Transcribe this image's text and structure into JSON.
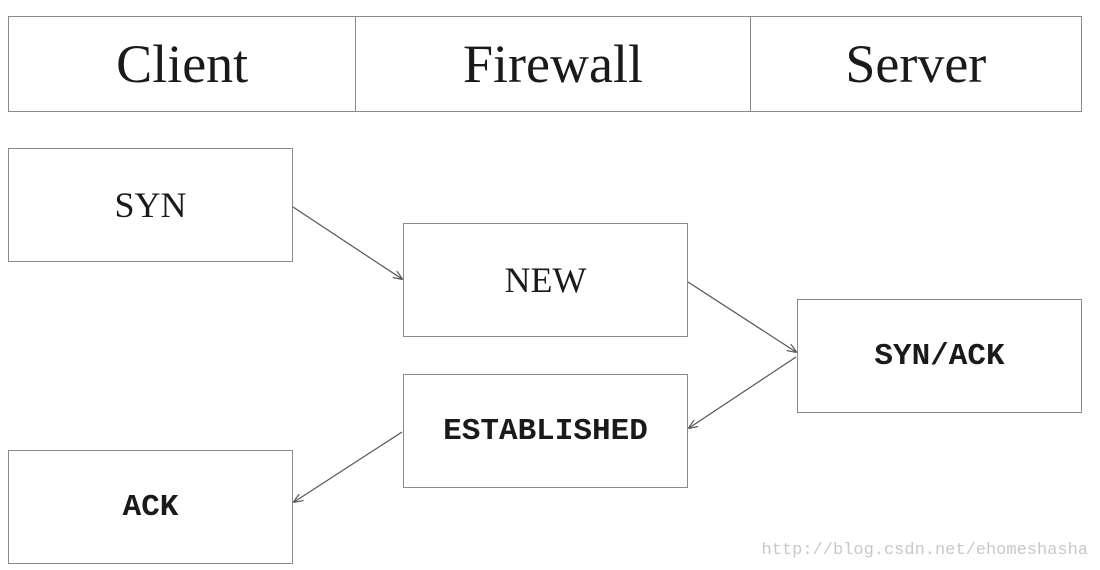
{
  "header": {
    "client": "Client",
    "firewall": "Firewall",
    "server": "Server"
  },
  "boxes": {
    "syn": "SYN",
    "new": "NEW",
    "syn_ack": "SYN/ACK",
    "established": "ESTABLISHED",
    "ack": "ACK"
  },
  "watermark": "http://blog.csdn.net/ehomeshasha",
  "colors": {
    "border": "#8a8a8a",
    "text": "#1a1a1a",
    "arrow": "#555555",
    "watermark": "#c8c8c8"
  }
}
